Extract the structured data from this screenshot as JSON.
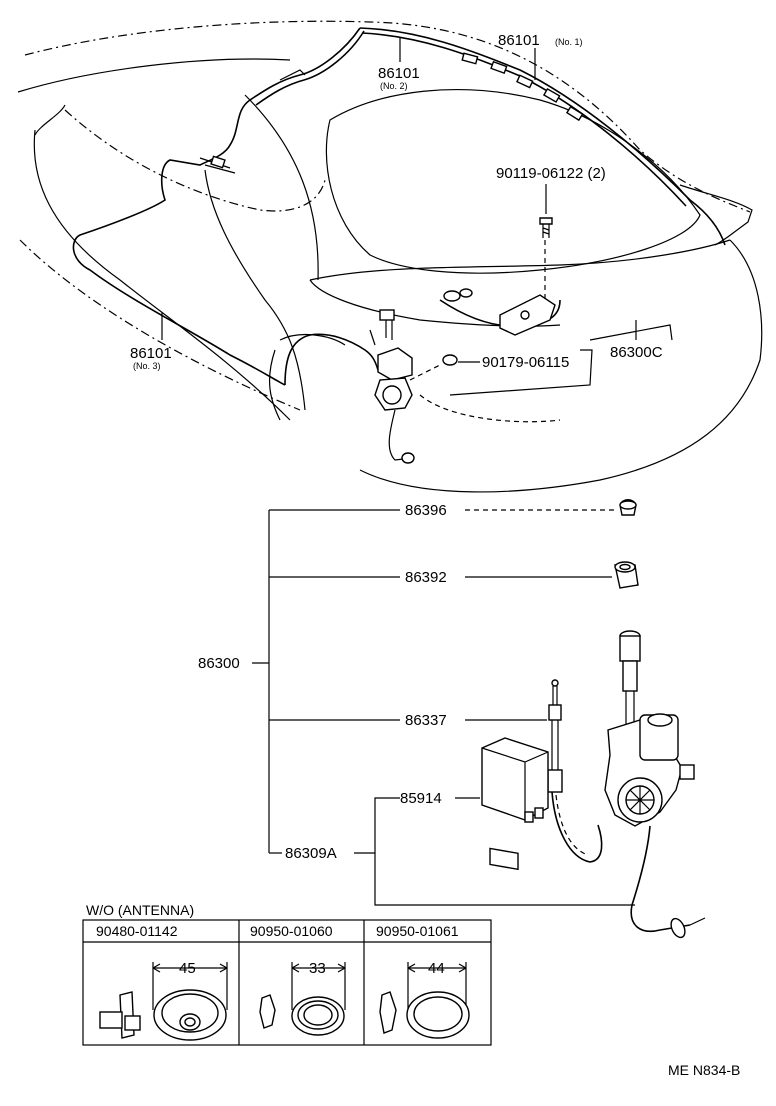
{
  "callouts": {
    "p86101_no1": "86101",
    "p86101_no1_sub": "(No. 1)",
    "p86101_no2": "86101",
    "p86101_no2_sub": "(No. 2)",
    "p86101_no3": "86101",
    "p86101_no3_sub": "(No. 3)",
    "p90119": "90119-06122 (2)",
    "p90179": "90179-06115",
    "p86300C": "86300C",
    "p86396": "86396",
    "p86392": "86392",
    "p86300": "86300",
    "p86337": "86337",
    "p85914": "85914",
    "p86309A": "86309A"
  },
  "wo_table": {
    "title": "W/O (ANTENNA)",
    "columns": [
      {
        "part": "90480-01142",
        "dim": "45"
      },
      {
        "part": "90950-01060",
        "dim": "33"
      },
      {
        "part": "90950-01061",
        "dim": "44"
      }
    ]
  },
  "figure_code": "ME N834-B"
}
